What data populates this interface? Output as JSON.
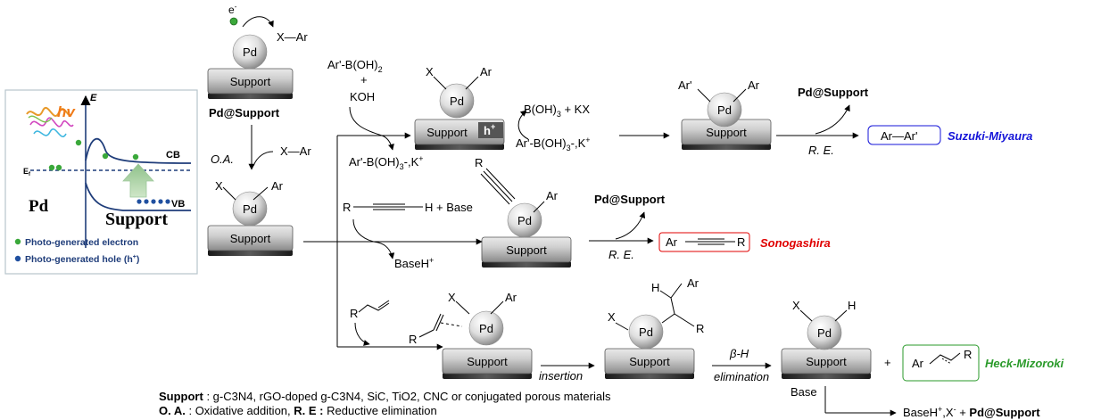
{
  "colors": {
    "suzuki": "#1515d8",
    "sonogashira": "#e00000",
    "heck": "#2a9a2a",
    "panel_border": "#b8c4cc",
    "band_line": "#1f3d7a",
    "electron": "#3aa83a",
    "hole": "#2050a0"
  },
  "icons": [
    "sphere-pd-icon",
    "support-slab-icon",
    "arrow-icon",
    "band-diagram-icon",
    "photon-wave-icon"
  ],
  "band_panel": {
    "axis_e": "E",
    "hv": "hv",
    "cb": "CB",
    "vb": "VB",
    "ef": "E",
    "ef_sub": "f",
    "pd": "Pd",
    "support": "Support",
    "legend_electron": "Photo-generated electron",
    "legend_hole": "Photo-generated hole (h",
    "legend_hole_sup": "+",
    "legend_hole_close": ")"
  },
  "common": {
    "pd": "Pd",
    "support": "Support",
    "pd_at_support": "Pd@Support"
  },
  "start": {
    "electron_sup": "-",
    "x_ar": "X—Ar"
  },
  "oa": {
    "label": "O.A.",
    "x_ar": "X—Ar",
    "x": "X",
    "ar": "Ar"
  },
  "suzuki": {
    "reagent1": "Ar'-B(OH)",
    "reagent1_sub": "2",
    "plus": "+",
    "reagent2": "KOH",
    "borate_a": "Ar'-B(OH)",
    "borate_sub": "3",
    "borate_b": "-,K",
    "borate_sup": "+",
    "byproduct_a": "B(OH)",
    "byproduct_sub": "3",
    "byproduct_b": " + KX",
    "hole": "h",
    "hole_sup": "+",
    "x": "X",
    "ar": "Ar",
    "ar_prime": "Ar'",
    "pd_at_support": "Pd@Support",
    "re": "R. E.",
    "product": "Ar—Ar'",
    "name": "Suzuki-Miyaura"
  },
  "sonogashira": {
    "r": "R",
    "h_base": "H + Base",
    "ar": "Ar",
    "baseh": "BaseH",
    "baseh_sup": "+",
    "pd_at_support": "Pd@Support",
    "re": "R. E.",
    "product_ar": "Ar",
    "product_r": "R",
    "name": "Sonogashira"
  },
  "heck": {
    "r": "R",
    "x": "X",
    "ar": "Ar",
    "insertion": "insertion",
    "h": "H",
    "beta": "β",
    "beta_h": "-H",
    "elimination": "elimination",
    "plus": "+",
    "product_ar": "Ar",
    "product_r": "R",
    "name": "Heck-Mizoroki",
    "base": "Base",
    "final_a": "BaseH",
    "final_sup1": "+",
    "final_b": ",X",
    "final_sup2": "-",
    "final_c": " + ",
    "final_pd": "Pd@Support"
  },
  "legend": {
    "support_key": "Support",
    "support_text": " : g-C3N4, rGO-doped g-C3N4, SiC, TiO2, CNC or conjugated porous materials",
    "oa_key": "O. A.",
    "oa_text": " : Oxidative addition, ",
    "re_key": "R. E :",
    "re_text": " Reductive elimination"
  }
}
